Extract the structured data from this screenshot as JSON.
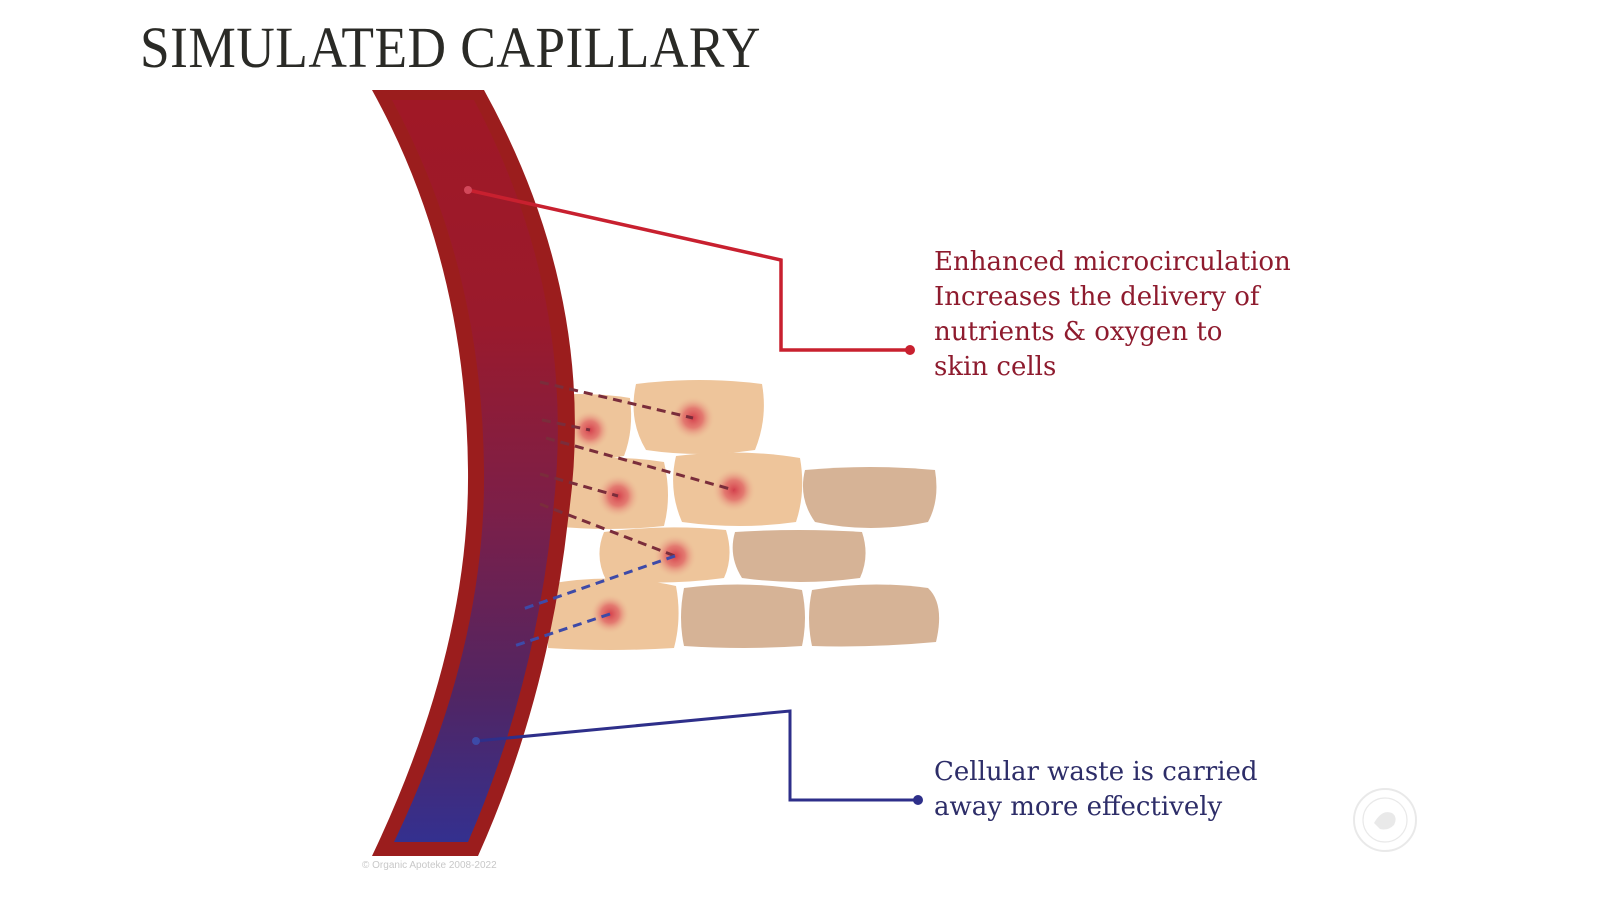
{
  "title": "SIMULATED CAPILLARY",
  "callouts": {
    "nutrients": {
      "lines": [
        "Enhanced microcirculation",
        "Increases the delivery of",
        "nutrients & oxygen to",
        "skin cells"
      ],
      "color": "#8e1b2e",
      "leader_color": "#c8202f"
    },
    "waste": {
      "lines": [
        "Cellular waste is carried",
        "away more effectively"
      ],
      "color": "#2d2d68",
      "leader_color": "#2e2f8a"
    }
  },
  "colors": {
    "vessel_wall": "#9b1d1d",
    "vessel_top": "#a01826",
    "vessel_bottom": "#35308e",
    "cell_active": "#eec59b",
    "cell_inactive": "#d6b396",
    "hotspot": "#d9404a",
    "oxygen_path": "#7a2d3b",
    "waste_path": "#3d4aa8"
  },
  "copyright": "© Organic Apoteke 2008-2022",
  "watermark_logo": "Organic Apoteke"
}
